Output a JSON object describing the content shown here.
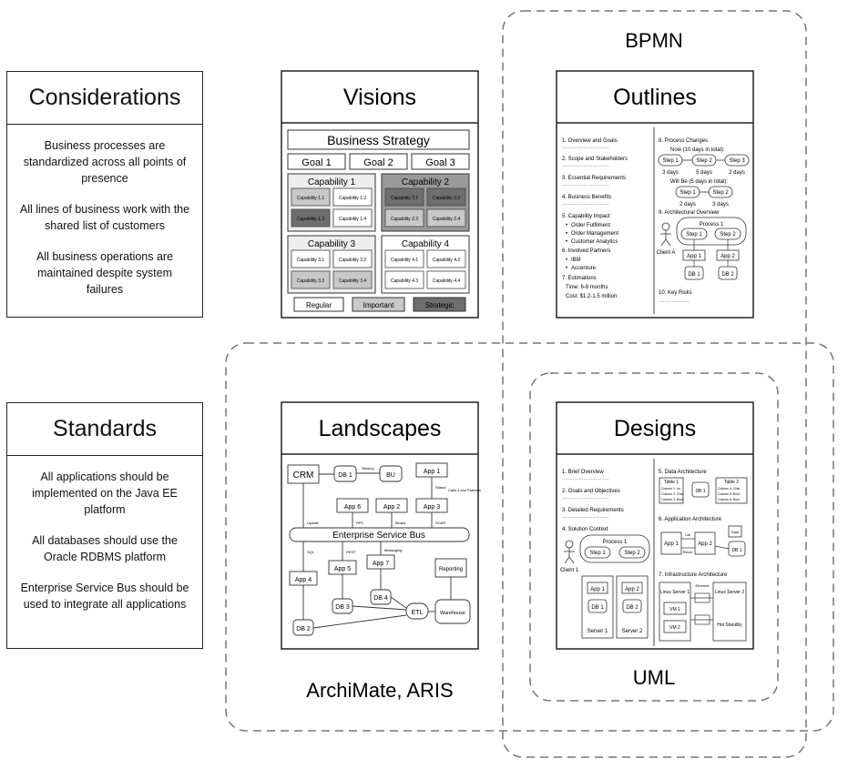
{
  "labels": {
    "bpmn": "BPMN",
    "archimate": "ArchiMate, ARIS",
    "uml": "UML"
  },
  "considerations": {
    "title": "Considerations",
    "items": [
      "Business processes are standardized across all points of presence",
      "All lines of business work with the shared list of customers",
      "All business operations are maintained despite system failures"
    ]
  },
  "standards": {
    "title": "Standards",
    "items": [
      "All applications should be implemented on the Java EE platform",
      "All databases should use the Oracle RDBMS platform",
      "Enterprise Service Bus should be used to integrate all applications"
    ]
  },
  "visions": {
    "title": "Visions",
    "strategy": "Business Strategy",
    "goals": [
      "Goal 1",
      "Goal 2",
      "Goal 3"
    ],
    "capabilities": [
      {
        "name": "Capability 1",
        "subs": [
          "Capability 1.1",
          "Capability 1.2",
          "Capability 1.3",
          "Capability 1.4"
        ]
      },
      {
        "name": "Capability 2",
        "subs": [
          "Capability 2.1",
          "Capability 2.2",
          "Capability 2.3",
          "Capability 2.4"
        ]
      },
      {
        "name": "Capability 3",
        "subs": [
          "Capability 3.1",
          "Capability 3.2",
          "Capability 3.3",
          "Capability 3.4"
        ]
      },
      {
        "name": "Capability 4",
        "subs": [
          "Capability 4.1",
          "Capability 4.2",
          "Capability 4.3",
          "Capability 4.4"
        ]
      }
    ],
    "legend": [
      "Regular",
      "Important",
      "Strategic"
    ],
    "colors": {
      "regular": "#ffffff",
      "important": "#c8c8c8",
      "strategic": "#6e6e6e"
    }
  },
  "outlines": {
    "title": "Outlines",
    "left": [
      "1. Overview and Goals",
      "2. Scope and Stakeholders",
      "3. Essential Requirements",
      "4. Business Benefits",
      "5. Capability Impact",
      "Order Fulfilment",
      "Order Management",
      "Customer Analytics",
      "6. Involved Partners",
      "IBM",
      "Accenture",
      "7. Estimations",
      "Time: 6-8 months",
      "Cost: $1.2-1.5 million"
    ],
    "right": [
      "8. Process Changes",
      "Now (10 days in total):",
      "Step 1",
      "Step 2",
      "Step 3",
      "3 days",
      "5 days",
      "2 days",
      "Will Be (5 days in total):",
      "Step 1",
      "Step 2",
      "2 days",
      "3 days",
      "9. Architectural Overview",
      "Process 1",
      "Step 1",
      "Step 2",
      "Client A",
      "App 1",
      "App 2",
      "DB 1",
      "DB 2",
      "10. Key Risks"
    ]
  },
  "landscapes": {
    "title": "Landscapes",
    "nodes": [
      "CRM",
      "DB 1",
      "BU",
      "App 1",
      "App 6",
      "App 2",
      "App 3",
      "Enterprise Service Bus",
      "App 4",
      "App 5",
      "App 7",
      "DB 3",
      "DB 4",
      "Reporting",
      "ETL",
      "Warehouse",
      "DB 2"
    ],
    "edges": [
      "Backup",
      "Status",
      "Calls 3 ans Partners",
      "Update",
      "RPC",
      "Binary",
      "SOAP",
      "SQL",
      "REST",
      "Messaging"
    ]
  },
  "designs": {
    "title": "Designs",
    "left": [
      "1. Brief Overview",
      "2. Goals and Objectives",
      "3. Detailed Requirements",
      "4. Solution Context",
      "Process 1",
      "Step 1",
      "Step 2",
      "Client 1",
      "App 1",
      "App 2",
      "DB 1",
      "DB 2",
      "Server 1",
      "Server 2"
    ],
    "right": [
      "5. Data Architecture",
      "Table 1",
      "Table 2",
      "DB 1",
      "Column 1: Int",
      "Column 2: Char",
      "Column 3: Bool",
      "Column 4: Char",
      "Column 5: Bool",
      "Column 6: Bool",
      "6. Application Architecture",
      "App 1",
      "App 2",
      "DB 1",
      "Data",
      "Call",
      "Return",
      "7. Infrastructure Architecture",
      "Linux Server 1",
      "Linux Server 2",
      "VM 1",
      "VM 2",
      "Hot Standby",
      "Ethernet"
    ]
  }
}
